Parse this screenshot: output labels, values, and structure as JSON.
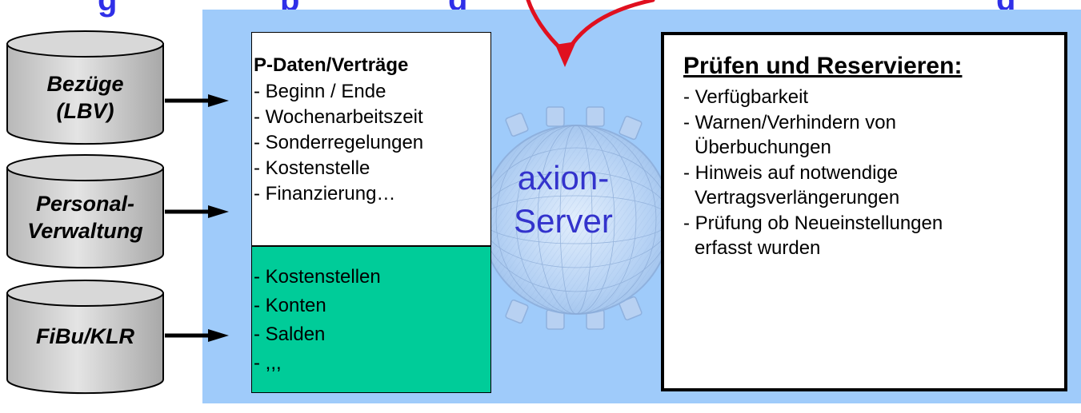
{
  "header_fragment": [
    "g",
    "p",
    "g",
    "g"
  ],
  "sources": [
    {
      "lines": [
        "Bezüge",
        "(LBV)"
      ]
    },
    {
      "lines": [
        "Personal-",
        "Verwaltung"
      ]
    },
    {
      "lines": [
        "FiBu/KLR"
      ]
    }
  ],
  "personnel_box": {
    "heading": "P-Daten/Verträge",
    "items": [
      "- Beginn / Ende",
      "- Wochenarbeitszeit",
      "- Sonderregelungen",
      "- Kostenstelle",
      "- Finanzierung…"
    ]
  },
  "finance_box": {
    "items": [
      "- Kostenstellen",
      "- Konten",
      "- Salden",
      "- ,,,"
    ]
  },
  "server": {
    "label_line1": "axion-",
    "label_line2": "Server"
  },
  "checks_box": {
    "heading": "Prüfen und Reservieren:",
    "lines": [
      "- Verfügbarkeit",
      "- Warnen/Verhindern von",
      "  Überbuchungen",
      "- Hinweis auf notwendige",
      "  Vertragsverlängerungen",
      "- Prüfung ob Neueinstellungen",
      "  erfasst wurden"
    ]
  },
  "colors": {
    "panel": "#9FCBFA",
    "finance": "#00CC99",
    "title": "#2F2FE8",
    "server_text": "#3333CC",
    "red_arrow": "#E0101F"
  }
}
